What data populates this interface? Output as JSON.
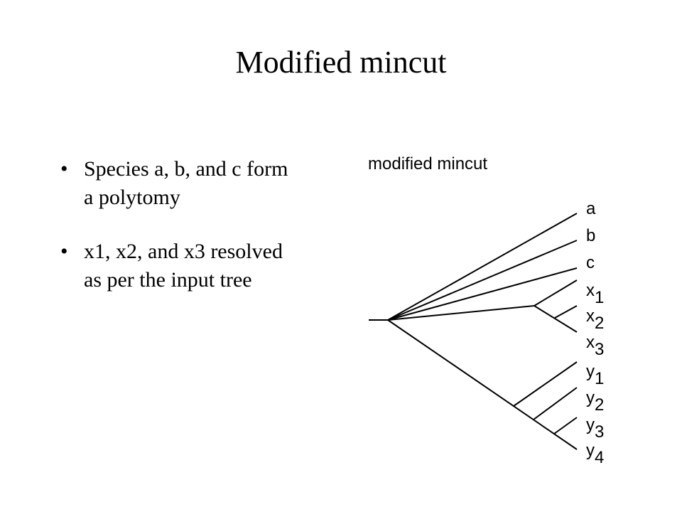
{
  "slide": {
    "title": "Modified mincut",
    "bullets": [
      "Species a, b, and c form a polytomy",
      "x1, x2, and x3 resolved as per the input tree"
    ]
  },
  "diagram": {
    "title": "modified mincut",
    "leaves": [
      {
        "base": "a",
        "sub": ""
      },
      {
        "base": "b",
        "sub": ""
      },
      {
        "base": "c",
        "sub": ""
      },
      {
        "base": "x",
        "sub": "1"
      },
      {
        "base": "x",
        "sub": "2"
      },
      {
        "base": "x",
        "sub": "3"
      },
      {
        "base": "y",
        "sub": "1"
      },
      {
        "base": "y",
        "sub": "2"
      },
      {
        "base": "y",
        "sub": "3"
      },
      {
        "base": "y",
        "sub": "4"
      }
    ]
  }
}
